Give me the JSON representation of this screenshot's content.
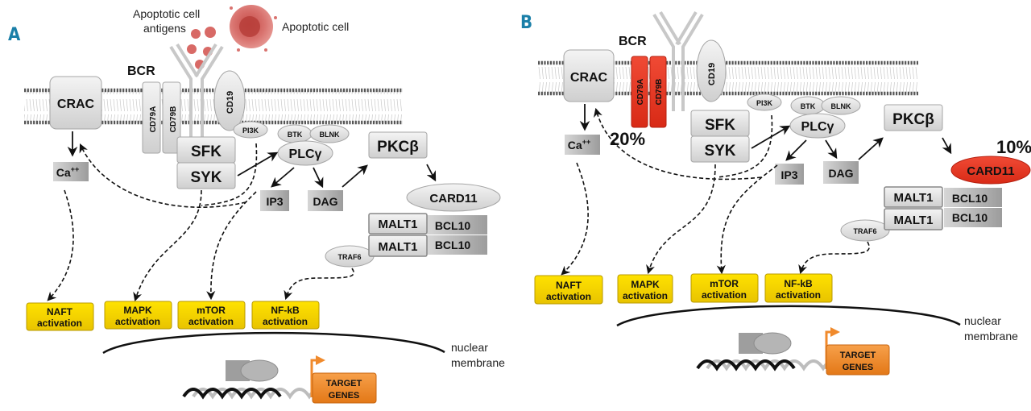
{
  "figure": {
    "panels": [
      {
        "id": "A",
        "label": "A",
        "apoptotic_antigens_label_line1": "Apoptotic cell",
        "apoptotic_antigens_label_line2": "antigens",
        "apoptotic_cell_label": "Apoptotic cell",
        "bcr_label": "BCR",
        "crac": "CRAC",
        "cd79a": "CD79A",
        "cd79b": "CD79B",
        "cd19": "CD19",
        "pi3k": "PI3K",
        "btk": "BTK",
        "blnk": "BLNK",
        "plcg": "PLCγ",
        "sfk": "SFK",
        "syk": "SYK",
        "pkcb": "PKCβ",
        "ca": "Ca",
        "ca_sup": "++",
        "ip3": "IP3",
        "dag": "DAG",
        "card11": "CARD11",
        "malt1": "MALT1",
        "bcl10": "BCL10",
        "traf6": "TRAF6",
        "outputs": [
          {
            "line1": "NAFT",
            "line2": "activation"
          },
          {
            "line1": "MAPK",
            "line2": "activation"
          },
          {
            "line1": "mTOR",
            "line2": "activation"
          },
          {
            "line1": "NF-kB",
            "line2": "activation"
          }
        ],
        "nuclear_line1": "nuclear",
        "nuclear_line2": "membrane",
        "target_line1": "TARGET",
        "target_line2": "GENES",
        "mutation_cd79_percent": "",
        "mutation_card11_percent": ""
      },
      {
        "id": "B",
        "label": "B",
        "bcr_label": "BCR",
        "crac": "CRAC",
        "cd79a": "CD79A",
        "cd79b": "CD79B",
        "cd19": "CD19",
        "pi3k": "PI3K",
        "btk": "BTK",
        "blnk": "BLNK",
        "plcg": "PLCγ",
        "sfk": "SFK",
        "syk": "SYK",
        "pkcb": "PKCβ",
        "ca": "Ca",
        "ca_sup": "++",
        "ip3": "IP3",
        "dag": "DAG",
        "card11": "CARD11",
        "malt1": "MALT1",
        "bcl10": "BCL10",
        "traf6": "TRAF6",
        "outputs": [
          {
            "line1": "NAFT",
            "line2": "activation"
          },
          {
            "line1": "MAPK",
            "line2": "activation"
          },
          {
            "line1": "mTOR",
            "line2": "activation"
          },
          {
            "line1": "NF-kB",
            "line2": "activation"
          }
        ],
        "nuclear_line1": "nuclear",
        "nuclear_line2": "membrane",
        "target_line1": "TARGET",
        "target_line2": "GENES",
        "mutation_cd79_percent": "20%",
        "mutation_card11_percent": "10%"
      }
    ]
  },
  "colors": {
    "panel_label": "#1a7fa8",
    "protein_fill": "#e3e3e3",
    "protein_stroke": "#9a9a9a",
    "mutated_fill": "#e8321f",
    "activation_fill": "#f5d000",
    "activation_stroke": "#b89a00",
    "target_fill": "#f08a2c",
    "apoptotic_fill": "#d9736f",
    "membrane_head": "#555555"
  }
}
